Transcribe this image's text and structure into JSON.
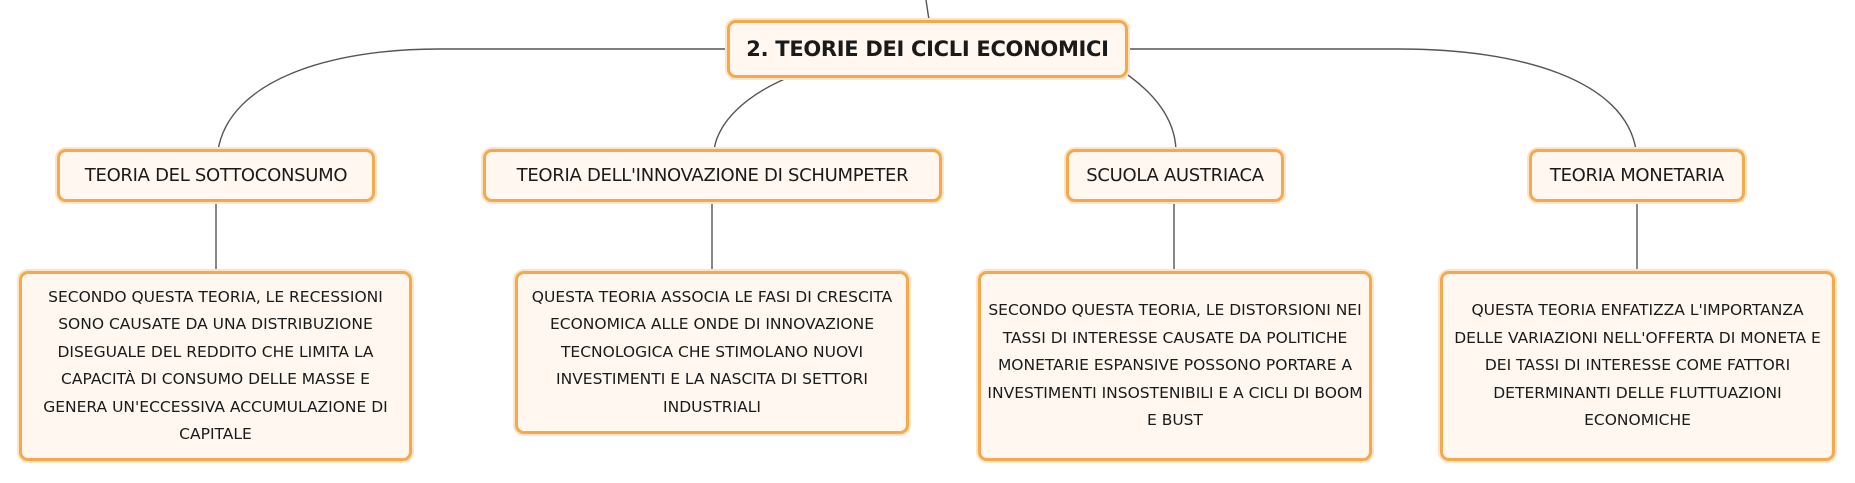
{
  "root": {
    "label": "2. TEORIE DEI CICLI ECONOMICI"
  },
  "theories": [
    {
      "title": "TEORIA DEL SOTTOCONSUMO",
      "description": "SECONDO QUESTA TEORIA, LE RECESSIONI SONO CAUSATE DA UNA DISTRIBUZIONE DISEGUALE DEL REDDITO CHE LIMITA LA CAPACITÀ DI CONSUMO DELLE MASSE E GENERA UN'ECCESSIVA ACCUMULAZIONE DI CAPITALE"
    },
    {
      "title": "TEORIA DELL'INNOVAZIONE DI SCHUMPETER",
      "description": "QUESTA TEORIA ASSOCIA LE FASI DI CRESCITA ECONOMICA ALLE ONDE DI INNOVAZIONE TECNOLOGICA CHE STIMOLANO NUOVI INVESTIMENTI E LA NASCITA DI SETTORI INDUSTRIALI"
    },
    {
      "title": "SCUOLA AUSTRIACA",
      "description": "SECONDO QUESTA TEORIA, LE DISTORSIONI NEI TASSI DI INTERESSE CAUSATE DA POLITICHE MONETARIE ESPANSIVE POSSONO PORTARE A INVESTIMENTI INSOSTENIBILI E A CICLI DI BOOM E BUST"
    },
    {
      "title": "TEORIA MONETARIA",
      "description": "QUESTA TEORIA ENFATIZZA L'IMPORTANZA DELLE VARIAZIONI NELL'OFFERTA DI MONETA E DEI TASSI DI INTERESSE COME FATTORI DETERMINANTI DELLE FLUTTUAZIONI ECONOMICHE"
    }
  ],
  "colors": {
    "node_border": "#f5a84c",
    "node_fill": "#fff7f0",
    "connector": "#555555"
  }
}
